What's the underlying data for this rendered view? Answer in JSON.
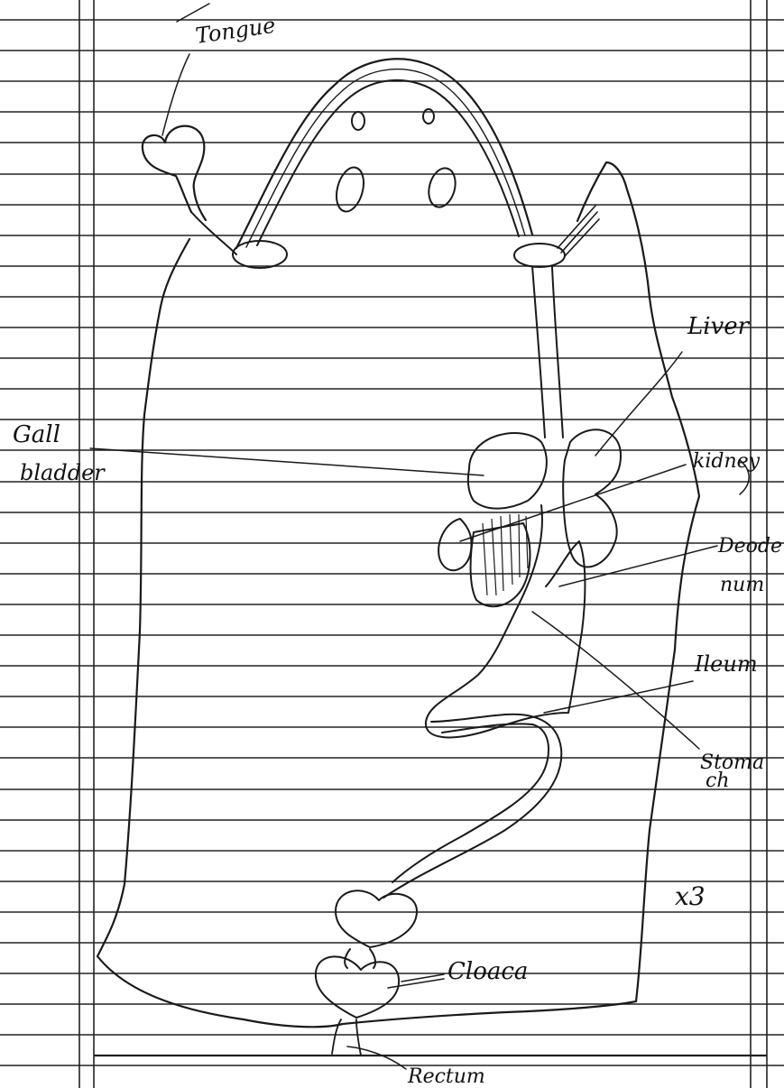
{
  "diagram": {
    "labels": {
      "tongue": "Tongue",
      "liver": "Liver",
      "gall_bladder_1": "Gall",
      "gall_bladder_2": "bladder",
      "kidney": "kidney",
      "duodenum_1": "Deode",
      "duodenum_2": "num",
      "ileum": "Ileum",
      "stomach_1": "Stoma",
      "stomach_2": "ch",
      "magnification": "x3",
      "cloaca": "Cloaca",
      "rectum": "Rectum"
    }
  },
  "colors": {
    "ink": "#1a1a1a",
    "ruled_lines": "#222222",
    "paper": "#ffffff"
  }
}
